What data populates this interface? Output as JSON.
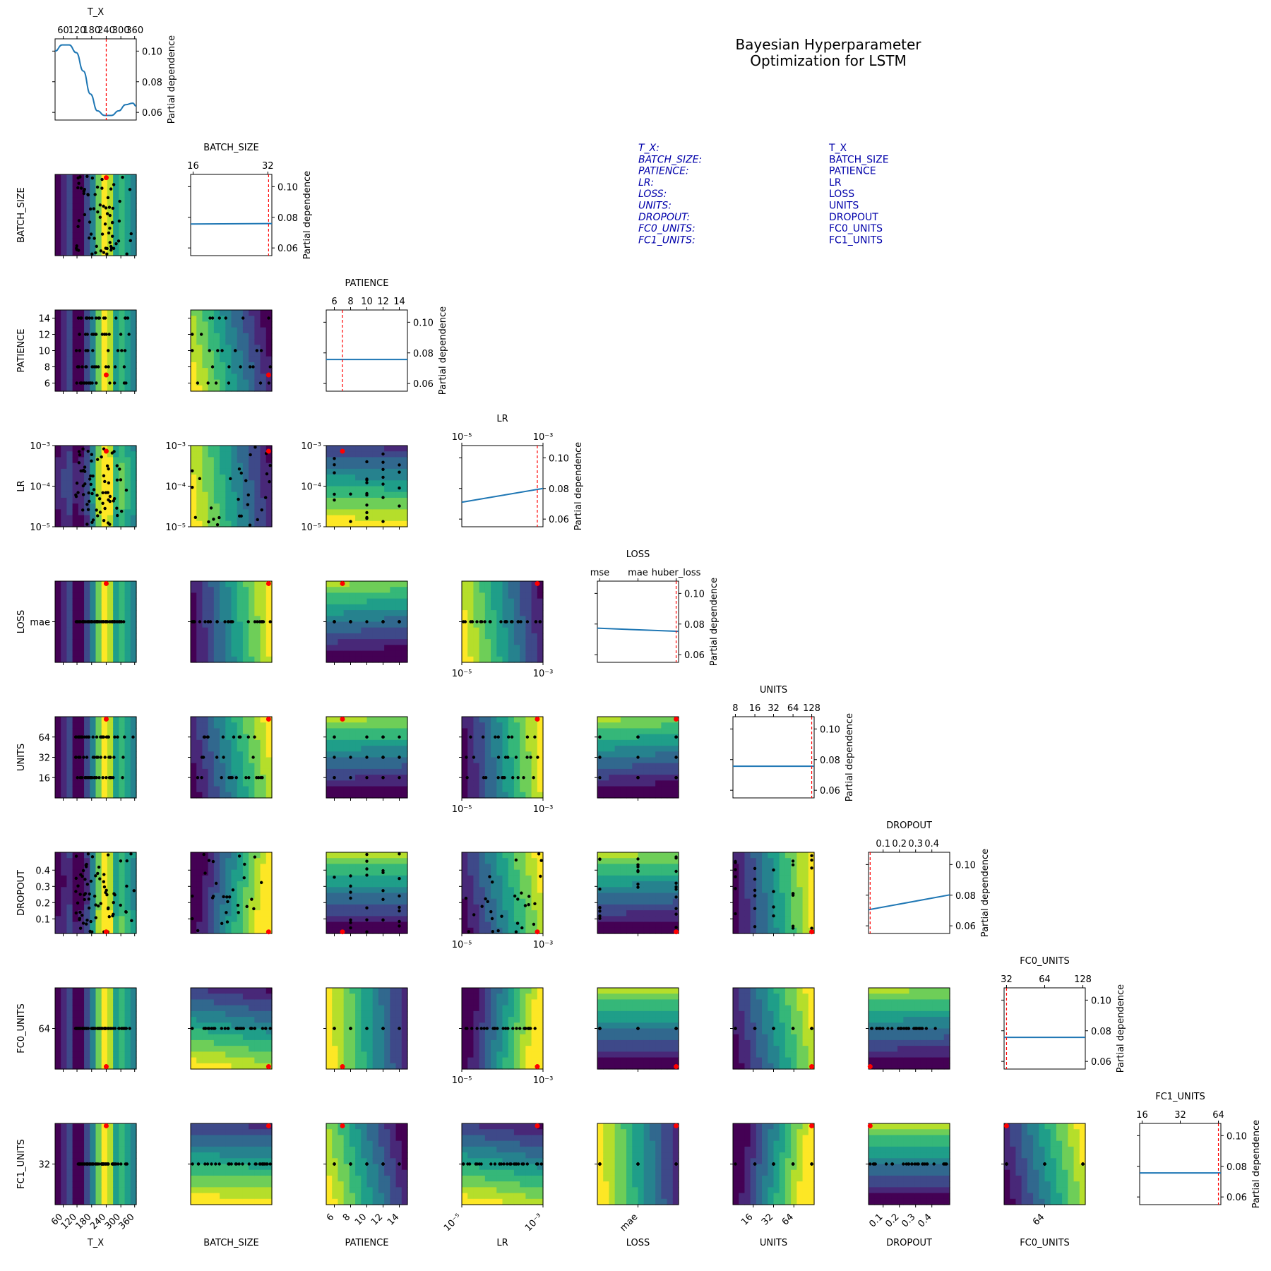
{
  "figure": {
    "title_lines": [
      "Bayesian Hyperparameter",
      "Optimization for LSTM"
    ],
    "y_right_label": "Partial dependence",
    "pd_yticks": [
      "0.06",
      "0.08",
      "0.10"
    ],
    "best_label_names": [
      "T_X:",
      "BATCH_SIZE:",
      "PATIENCE:",
      "LR:",
      "LOSS:",
      "UNITS:",
      "DROPOUT:",
      "FC0_UNITS:",
      "FC1_UNITS:"
    ],
    "best_label_values": [
      "T_X",
      "BATCH_SIZE",
      "PATIENCE",
      "LR",
      "LOSS",
      "UNITS",
      "DROPOUT",
      "FC0_UNITS",
      "FC1_UNITS"
    ]
  },
  "chart_data": {
    "type": "pairplot",
    "dimensions": [
      {
        "name": "T_X",
        "ticks": [
          "60",
          "120",
          "180",
          "240",
          "300",
          "360"
        ],
        "bottom_ticks": [
          "60",
          "120",
          "180",
          "240",
          "300",
          "360"
        ],
        "left_ticks": [],
        "best": "240"
      },
      {
        "name": "BATCH_SIZE",
        "ticks": [
          "16",
          "32"
        ],
        "bottom_ticks": [],
        "left_ticks": [],
        "best": "32"
      },
      {
        "name": "PATIENCE",
        "ticks": [
          "6",
          "8",
          "10",
          "12",
          "14"
        ],
        "bottom_ticks": [
          "6",
          "8",
          "10",
          "12",
          "14"
        ],
        "left_ticks": [
          "6",
          "8",
          "10",
          "12",
          "14"
        ],
        "best": "7"
      },
      {
        "name": "LR",
        "ticks": [
          "10⁻⁵",
          "10⁻³"
        ],
        "bottom_ticks": [
          "10⁻⁵",
          "10⁻³"
        ],
        "left_ticks": [
          "10⁻⁵",
          "10⁻⁴",
          "10⁻³"
        ],
        "best": "0.0009"
      },
      {
        "name": "LOSS",
        "ticks": [
          "mse",
          "mae",
          "huber_loss"
        ],
        "bottom_ticks": [
          "mae"
        ],
        "left_ticks": [
          "mae"
        ],
        "best": "huber_loss"
      },
      {
        "name": "UNITS",
        "ticks": [
          "8",
          "16",
          "32",
          "64",
          "128"
        ],
        "bottom_ticks": [
          "16",
          "32",
          "64"
        ],
        "left_ticks": [
          "16",
          "32",
          "64"
        ],
        "best": "128"
      },
      {
        "name": "DROPOUT",
        "ticks": [
          "0.1",
          "0.2",
          "0.3",
          "0.4"
        ],
        "bottom_ticks": [
          "0.1",
          "0.2",
          "0.3",
          "0.4"
        ],
        "left_ticks": [
          "0.1",
          "0.2",
          "0.3",
          "0.4"
        ],
        "best": "0.01"
      },
      {
        "name": "FC0_UNITS",
        "ticks": [
          "32",
          "64",
          "128"
        ],
        "bottom_ticks": [
          "64"
        ],
        "left_ticks": [
          "64"
        ],
        "best": "32"
      },
      {
        "name": "FC1_UNITS",
        "ticks": [
          "16",
          "32",
          "64"
        ],
        "bottom_ticks": [],
        "left_ticks": [
          "32"
        ],
        "best": "64"
      }
    ],
    "partial_dependence": [
      {
        "dimension": "T_X",
        "x": [
          30,
          60,
          90,
          120,
          150,
          180,
          210,
          240,
          270,
          300,
          330,
          360,
          375
        ],
        "y": [
          0.1,
          0.104,
          0.104,
          0.099,
          0.087,
          0.072,
          0.061,
          0.058,
          0.058,
          0.061,
          0.065,
          0.066,
          0.064
        ]
      },
      {
        "dimension": "BATCH_SIZE",
        "x": [
          16,
          32
        ],
        "y": [
          0.0756,
          0.0759
        ]
      },
      {
        "dimension": "PATIENCE",
        "x": [
          5,
          15
        ],
        "y": [
          0.0757,
          0.0757
        ]
      },
      {
        "dimension": "LR",
        "x": [
          "10⁻⁵",
          "10⁻³"
        ],
        "y": [
          0.071,
          0.08
        ]
      },
      {
        "dimension": "LOSS",
        "x": [
          "mse",
          "huber_loss"
        ],
        "y": [
          0.0773,
          0.0752
        ]
      },
      {
        "dimension": "UNITS",
        "x": [
          8,
          128
        ],
        "y": [
          0.0757,
          0.0757
        ]
      },
      {
        "dimension": "DROPOUT",
        "x": [
          0.0,
          0.5
        ],
        "y": [
          0.0705,
          0.0802
        ]
      },
      {
        "dimension": "FC0_UNITS",
        "x": [
          32,
          128
        ],
        "y": [
          0.0757,
          0.0757
        ]
      },
      {
        "dimension": "FC1_UNITS",
        "x": [
          16,
          64
        ],
        "y": [
          0.0757,
          0.0757
        ]
      }
    ],
    "pd_ylim": [
      0.055,
      0.108
    ],
    "colormap": [
      "#440154",
      "#482878",
      "#3e4989",
      "#31688e",
      "#26828e",
      "#1f9e89",
      "#35b779",
      "#6ece58",
      "#b5de2b",
      "#fde725"
    ],
    "best_marker_color": "#ff0000",
    "pd_line_color": "#1f77b4"
  }
}
